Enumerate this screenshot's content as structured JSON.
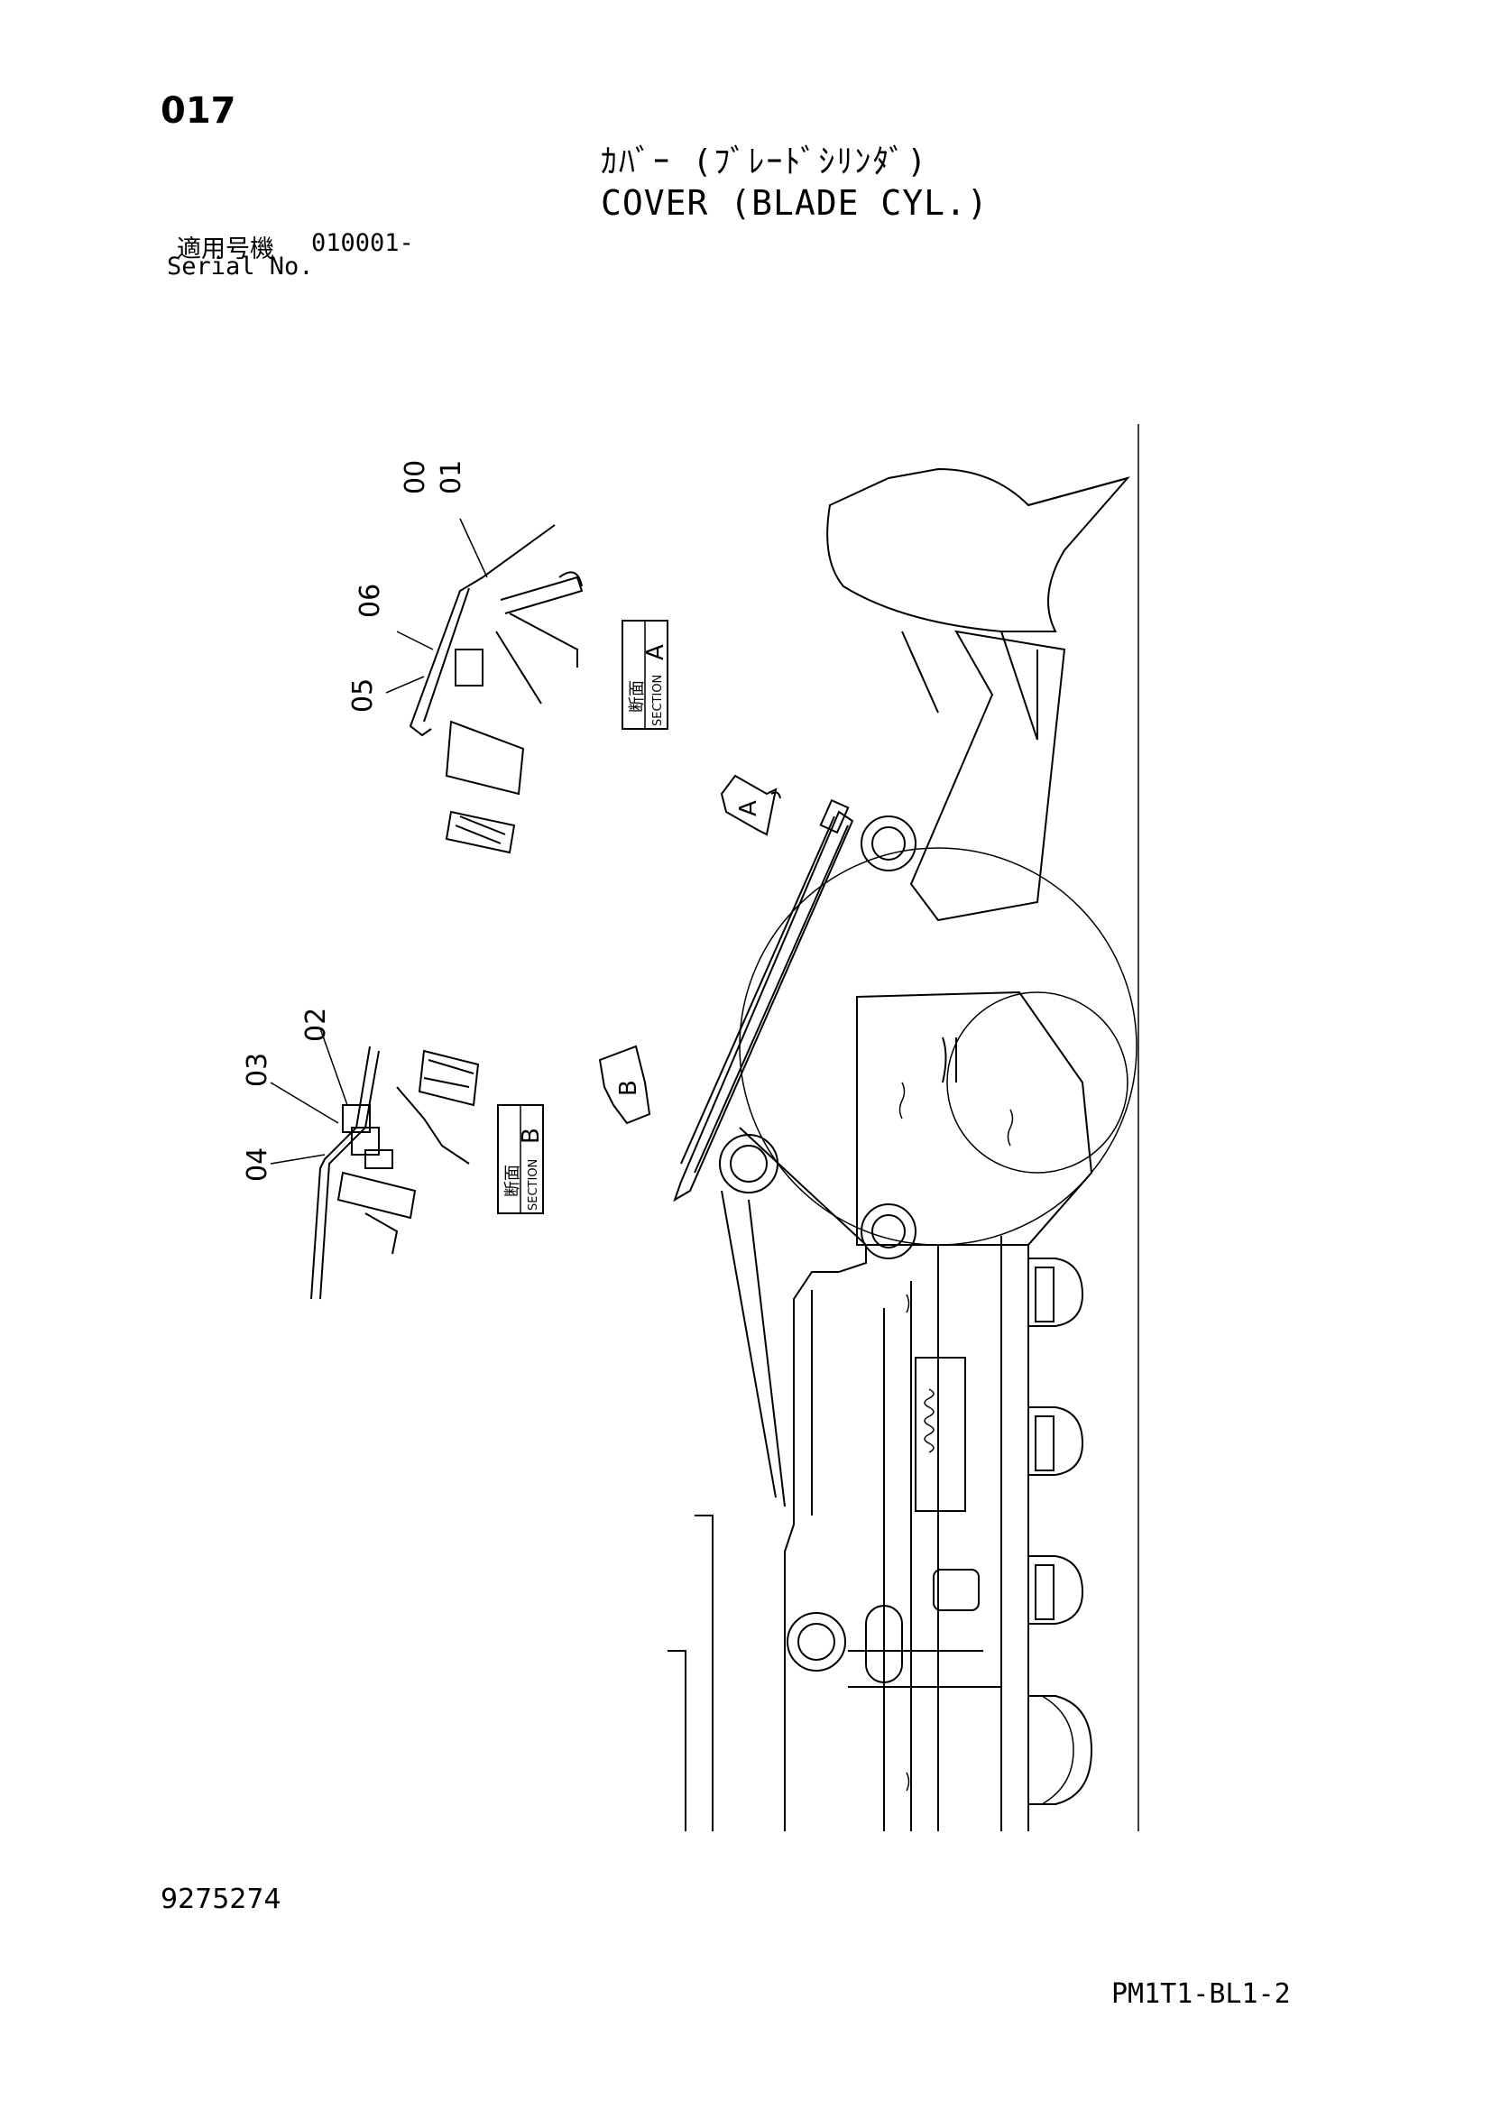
{
  "page": {
    "number": "017",
    "title_ja": "ｶﾊﾞｰ (ﾌﾞﾚｰﾄﾞｼﾘﾝﾀﾞ)",
    "title_en": "COVER (BLADE CYL.)",
    "serial_label_ja": "適用号機",
    "serial_value": "010001-",
    "serial_label_en": "Serial No.",
    "drawing_number": "9275274",
    "page_code": "PM1T1-BL1-2"
  },
  "sections": {
    "a": {
      "label_ja": "断面",
      "label_en": "SECTION",
      "letter": "A"
    },
    "b": {
      "label_ja": "断面",
      "label_en": "SECTION",
      "letter": "B"
    }
  },
  "part_callouts": {
    "c00": "00",
    "c01": "01",
    "c02": "02",
    "c03": "03",
    "c04": "04",
    "c05": "05",
    "c06": "06"
  },
  "view_markers": {
    "a": "A",
    "b": "B"
  }
}
